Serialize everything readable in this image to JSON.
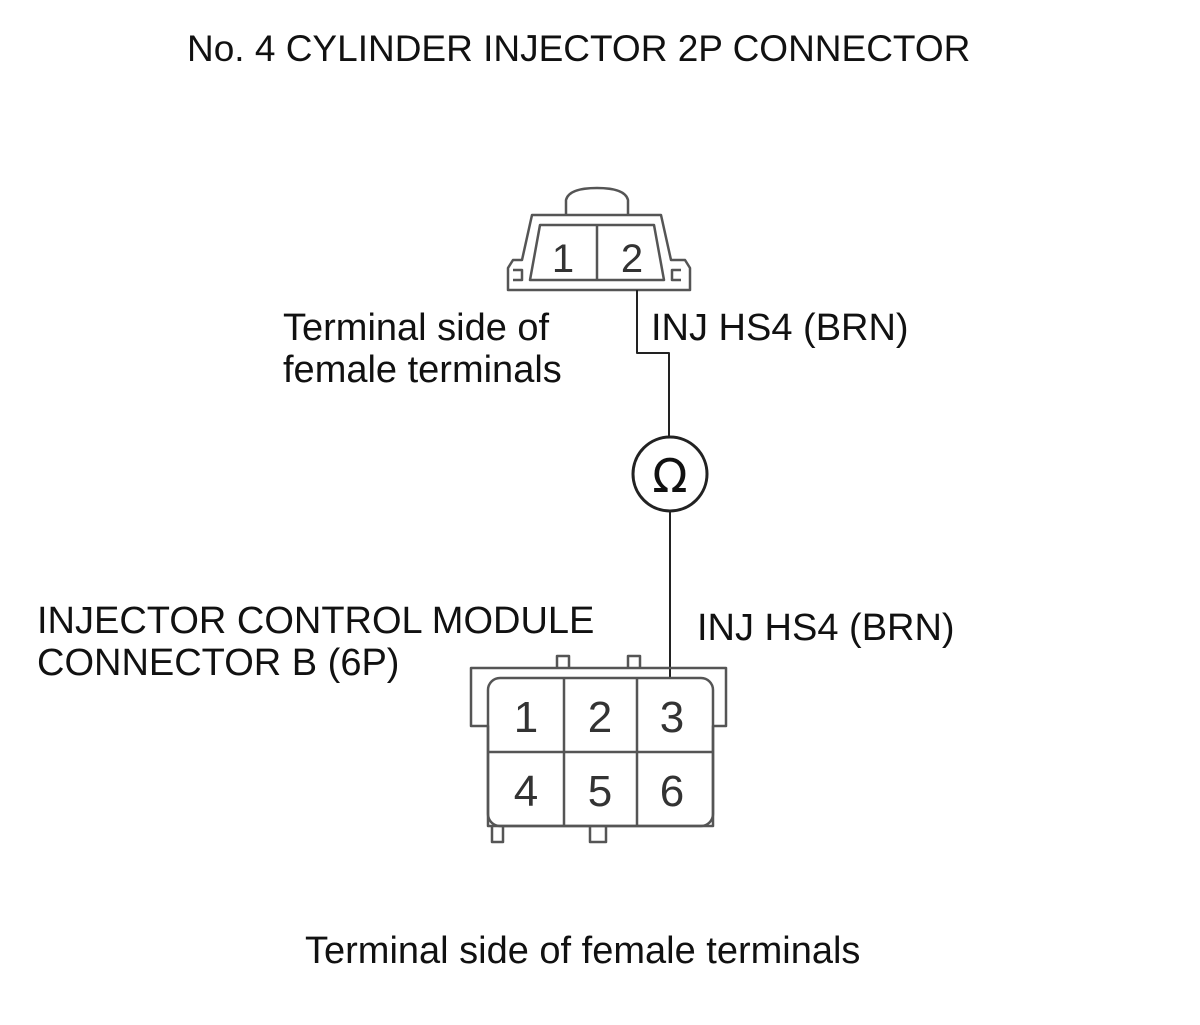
{
  "title": "No. 4 CYLINDER INJECTOR 2P CONNECTOR",
  "injector_connector": {
    "note_line1": "Terminal side of",
    "note_line2": "female terminals",
    "pins": [
      "1",
      "2"
    ],
    "wire_label": "INJ HS4 (BRN)"
  },
  "meter": {
    "symbol": "Ω",
    "icon": "ohmmeter-icon"
  },
  "icm_connector": {
    "title_line1": "INJECTOR CONTROL MODULE",
    "title_line2": "CONNECTOR B (6P)",
    "pins": [
      "1",
      "2",
      "3",
      "4",
      "5",
      "6"
    ],
    "wire_label": "INJ HS4 (BRN)",
    "note": "Terminal side of female terminals"
  }
}
